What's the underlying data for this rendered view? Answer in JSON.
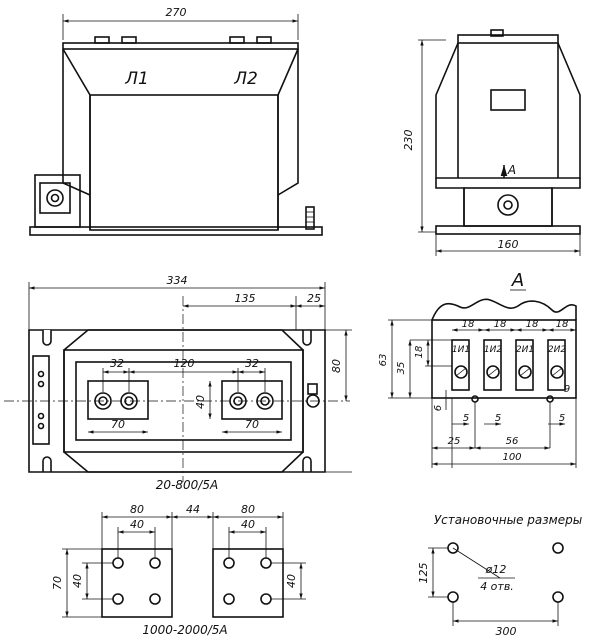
{
  "front_view": {
    "dim_width": "270",
    "terminal_l1": "Л1",
    "terminal_l2": "Л2"
  },
  "side_view": {
    "dim_height": "230",
    "dim_width": "160",
    "view_marker": "А"
  },
  "top_view": {
    "dim_total": "334",
    "dim_135": "135",
    "dim_25": "25",
    "dim_80": "80",
    "dim_32_left": "32",
    "dim_120": "120",
    "dim_32_right": "32",
    "dim_40": "40",
    "dim_70_left": "70",
    "dim_70_right": "70",
    "rating": "20-800/5А"
  },
  "terminal_view": {
    "title": "А",
    "pitch_1": "18",
    "pitch_2": "18",
    "pitch_3": "18",
    "pitch_4": "18",
    "labels": [
      "1И1",
      "1И2",
      "2И1",
      "2И2"
    ],
    "dim_63": "63",
    "dim_35": "35",
    "dim_18_vertical": "18",
    "dim_6": "6",
    "dim_9": "9",
    "dim_5_a": "5",
    "dim_5_b": "5",
    "dim_5_c": "5",
    "dim_25": "25",
    "dim_56": "56",
    "dim_100": "100"
  },
  "busbar_view": {
    "dim_80_left": "80",
    "dim_44": "44",
    "dim_80_right": "80",
    "dim_40_left": "40",
    "dim_40_right": "40",
    "dim_70": "70",
    "dim_40_vert_left": "40",
    "dim_40_vert_right": "40",
    "rating": "1000-2000/5А"
  },
  "mounting_view": {
    "title": "Установочные размеры",
    "hole_dia": "ø12",
    "hole_count": "4 отв.",
    "dim_125": "125",
    "dim_300": "300"
  }
}
